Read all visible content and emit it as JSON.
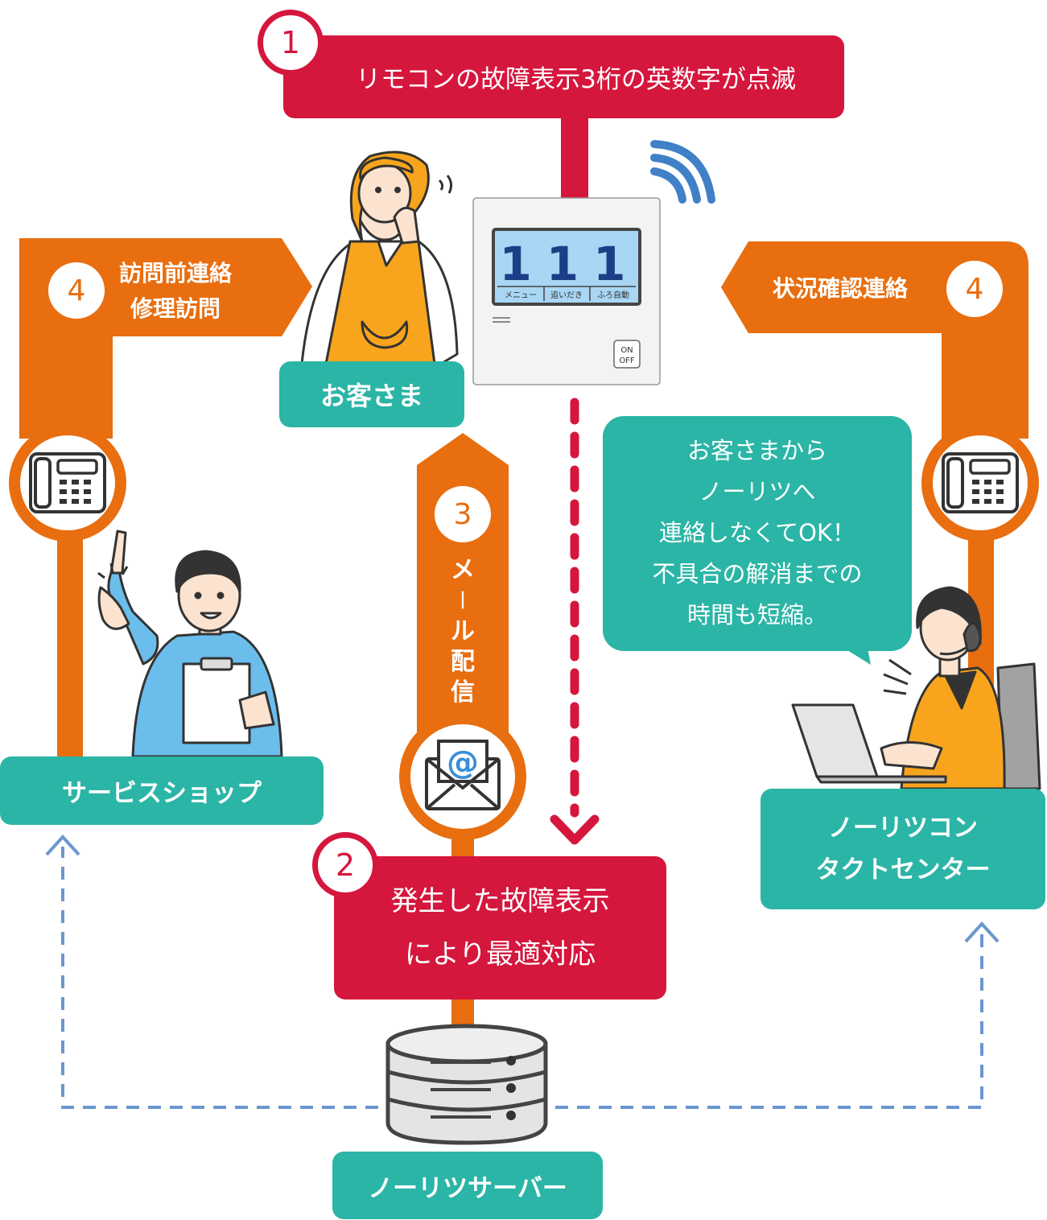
{
  "steps": {
    "step1": {
      "number": "1",
      "text": "リモコンの故障表示3桁の英数字が点滅"
    },
    "step2": {
      "number": "2",
      "line1": "発生した故障表示",
      "line2": "により最適対応"
    },
    "step3": {
      "number": "3",
      "label_chars": [
        "メ",
        "｜",
        "ル",
        "配",
        "信"
      ]
    },
    "step4_left": {
      "number": "4",
      "line1": "訪問前連絡",
      "line2": "修理訪問"
    },
    "step4_right": {
      "number": "4",
      "text": "状況確認連絡"
    }
  },
  "actors": {
    "customer": "お客さま",
    "service_shop": "サービスショップ",
    "contact_center_line1": "ノーリツコン",
    "contact_center_line2": "タクトセンター",
    "server": "ノーリツサーバー"
  },
  "remote": {
    "display_digits": "111",
    "buttons": [
      "メニュー",
      "追いだき",
      "ふろ自動"
    ],
    "power_on": "ON",
    "power_off": "OFF"
  },
  "speech_bubble": {
    "lines": [
      "お客さまから",
      "ノーリツへ",
      "連絡しなくてOK！",
      "不具合の解消までの",
      "時間も短縮。"
    ]
  },
  "icons": {
    "phone_left": "telephone-icon",
    "phone_right": "telephone-icon",
    "mail": "mail-at-icon",
    "server": "server-icon",
    "wifi": "wireless-signal-icon"
  },
  "colors": {
    "red": "#d5163d",
    "orange": "#e86e0f",
    "teal": "#2bb5a6",
    "blue_dashed": "#6b97cf",
    "lcd": "#a8d6f4"
  }
}
